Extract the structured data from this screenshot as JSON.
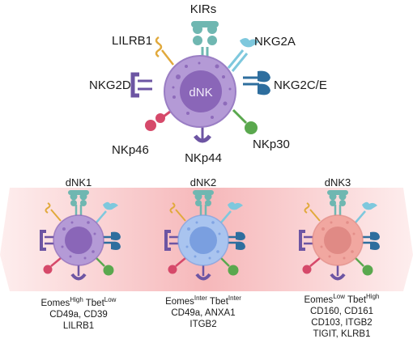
{
  "top_cell": {
    "center_label": "dNK",
    "receptors": {
      "kirs": "KIRs",
      "lilrb1": "LILRB1",
      "nkg2a": "NKG2A",
      "nkg2d": "NKG2D",
      "nkg2ce": "NKG2C/E",
      "nkp46": "NKp46",
      "nkp44": "NKp44",
      "nkp30": "NKp30"
    }
  },
  "subsets": [
    {
      "title": "dNK1",
      "eomes_sup": "High",
      "tbet_sup": "Low",
      "lines": [
        "CD49a, CD39",
        "LILRB1"
      ]
    },
    {
      "title": "dNK2",
      "eomes_sup": "Inter",
      "tbet_sup": "Inter",
      "lines": [
        "CD49a, ANXA1",
        "ITGB2"
      ]
    },
    {
      "title": "dNK3",
      "eomes_sup": "Low",
      "tbet_sup": "High",
      "lines": [
        "CD160, CD161",
        "CD103, ITGB2",
        "TIGIT, KLRB1"
      ]
    }
  ],
  "factor_names": {
    "eomes": "Eomes",
    "tbet": "Tbet"
  },
  "colors": {
    "cell_outer": "#b49ad6",
    "cell_nucleus": "#8a66b8",
    "dnk2_outer": "#a9c4ef",
    "dnk2_nucleus": "#7a9fe0",
    "dnk3_outer": "#f1a7a0",
    "dnk3_nucleus": "#e08a85",
    "kir": "#6fb7b1",
    "lilrb1": "#e1a93c",
    "nkg2a": "#7ec8dd",
    "nkg2ce": "#2e6e9e",
    "nkg2d": "#6d55a3",
    "nkp46": "#d6496a",
    "nkp44": "#6d55a3",
    "nkp30": "#5aa84e",
    "band": "#e05a60"
  }
}
